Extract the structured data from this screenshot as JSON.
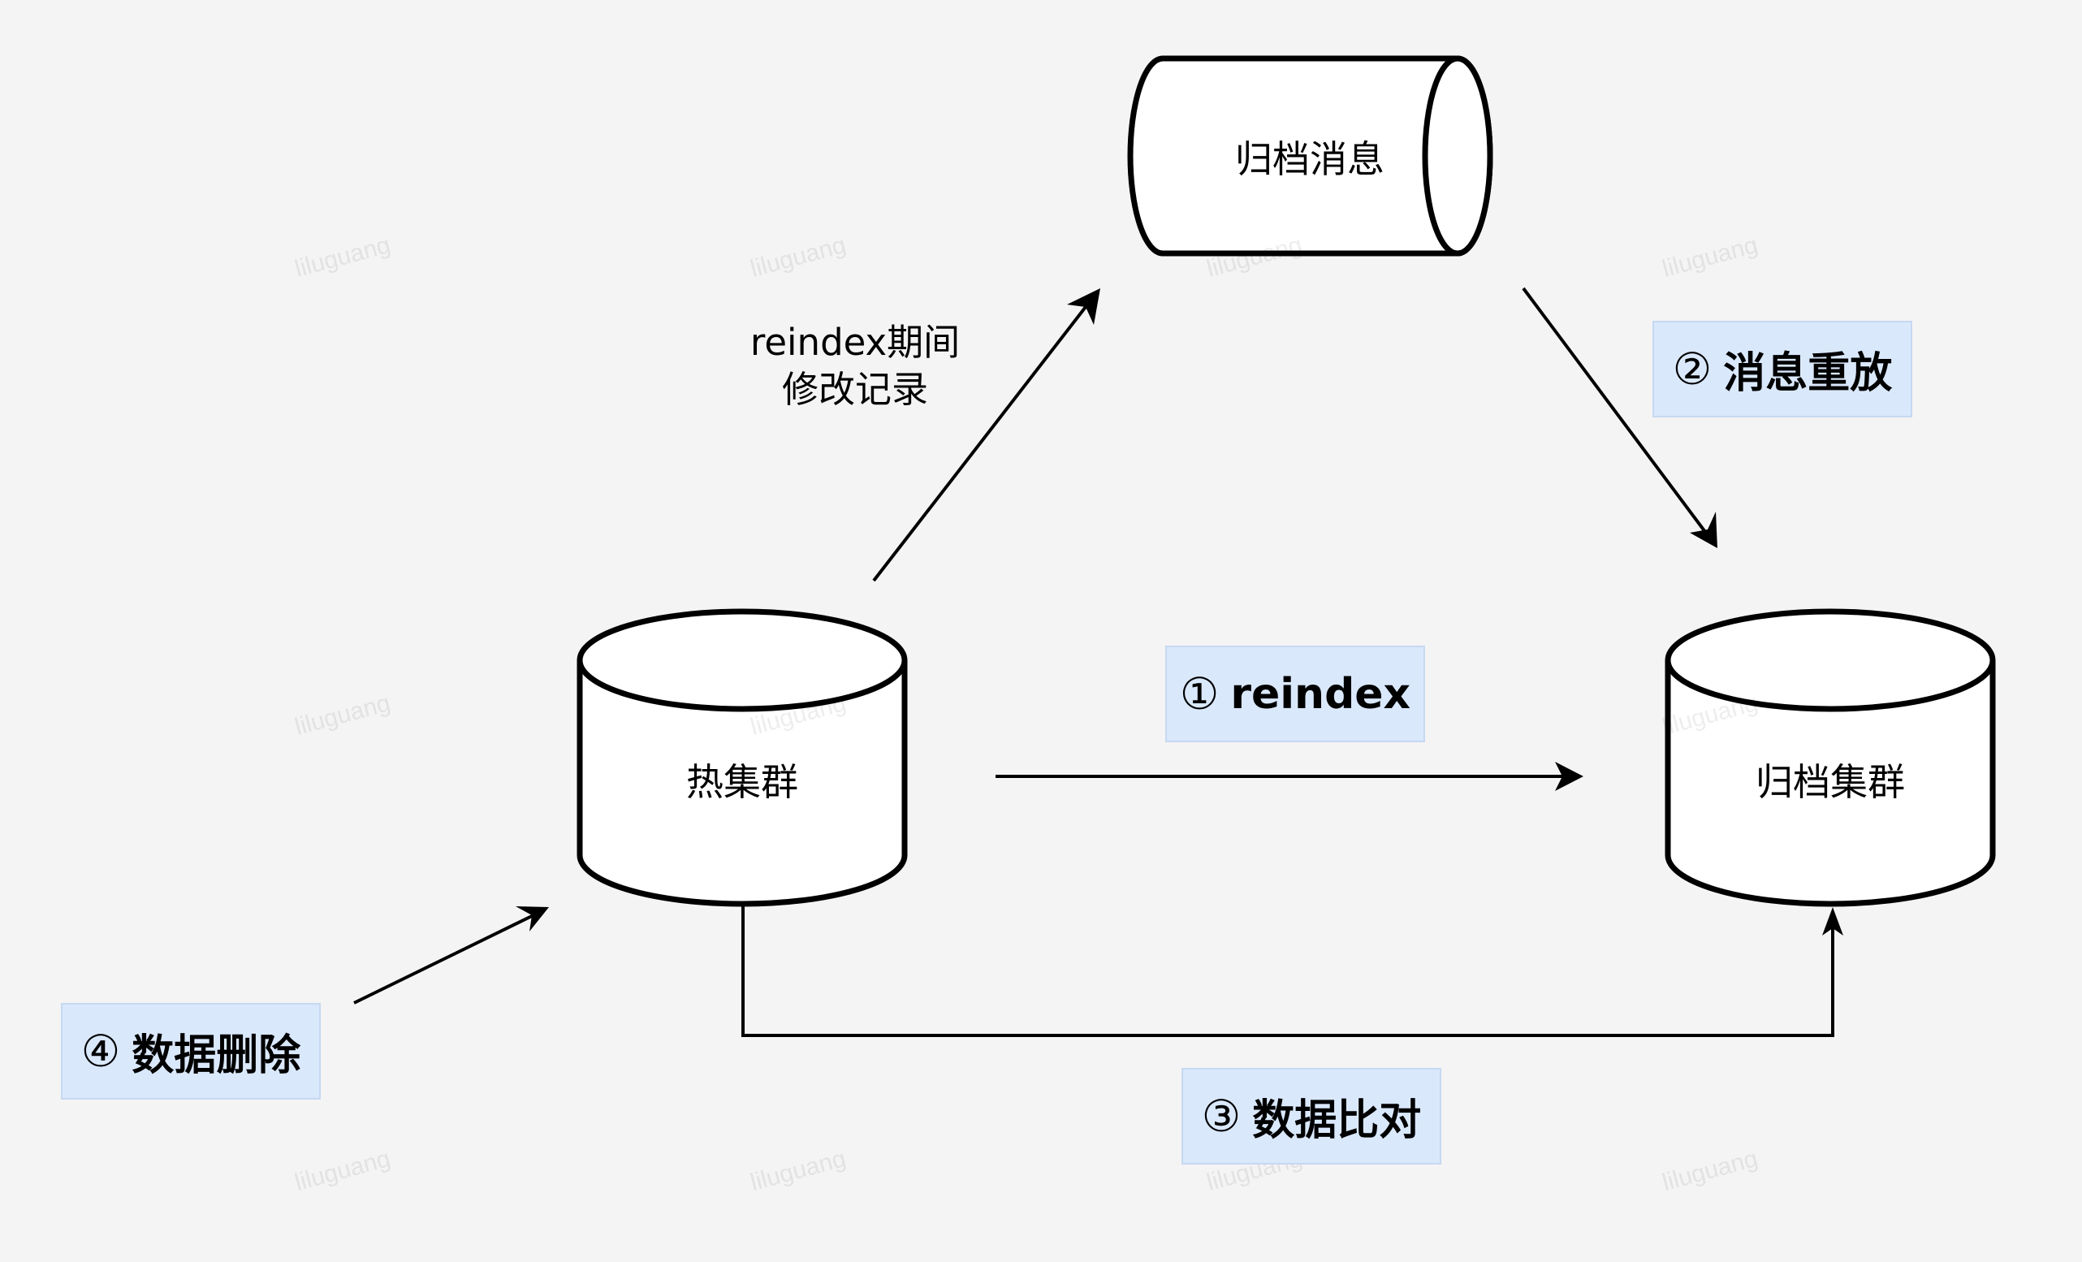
{
  "diagram": {
    "type": "flow",
    "nodes": {
      "archive_messages": {
        "label": "归档消息",
        "shape": "horizontal-cylinder"
      },
      "hot_cluster": {
        "label": "热集群",
        "shape": "database-cylinder"
      },
      "archive_cluster": {
        "label": "归档集群",
        "shape": "database-cylinder"
      }
    },
    "notes": {
      "reindex_changes": {
        "line1": "reindex期间",
        "line2": "修改记录"
      }
    },
    "steps": [
      {
        "id": "step1",
        "number": "①",
        "label": "reindex"
      },
      {
        "id": "step2",
        "number": "②",
        "label": "消息重放"
      },
      {
        "id": "step3",
        "number": "③",
        "label": "数据比对"
      },
      {
        "id": "step4",
        "number": "④",
        "label": "数据删除"
      }
    ],
    "edges": [
      {
        "from": "hot_cluster",
        "to": "archive_messages",
        "label": "reindex期间 修改记录"
      },
      {
        "from": "archive_messages",
        "to": "archive_cluster",
        "label": "② 消息重放"
      },
      {
        "from": "hot_cluster",
        "to": "archive_cluster",
        "label": "① reindex"
      },
      {
        "from": "hot_cluster",
        "to": "archive_cluster",
        "label": "③ 数据比对",
        "routing": "orthogonal-below"
      },
      {
        "from": "step4",
        "to": "hot_cluster",
        "label": "④ 数据删除"
      }
    ],
    "colors": {
      "background": "#f4f4f4",
      "step_fill": "#dae8fc",
      "step_border": "#c6d8f2",
      "stroke": "#000000",
      "node_fill": "#ffffff"
    }
  },
  "watermark": {
    "text": "liluguang"
  }
}
